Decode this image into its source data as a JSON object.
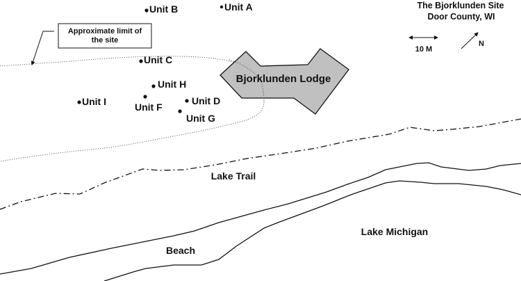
{
  "title": {
    "line1": "The Bjorklunden Site",
    "line2": "Door County, WI"
  },
  "scale_bar": {
    "label": "10 M",
    "meters": 10
  },
  "north_arrow": {
    "label": "N"
  },
  "annotation": {
    "line1": "Approximate limit of",
    "line2": "the site"
  },
  "structures": {
    "lodge": {
      "label": "Bjorklunden Lodge",
      "fill": "#c0c0c0"
    }
  },
  "units": [
    {
      "id": "A",
      "label": "Unit A"
    },
    {
      "id": "B",
      "label": "Unit B"
    },
    {
      "id": "C",
      "label": "Unit C"
    },
    {
      "id": "H",
      "label": "Unit H"
    },
    {
      "id": "I",
      "label": "Unit I"
    },
    {
      "id": "F",
      "label": "Unit F"
    },
    {
      "id": "D",
      "label": "Unit D"
    },
    {
      "id": "G",
      "label": "Unit G"
    }
  ],
  "features": {
    "trail": "Lake Trail",
    "beach": "Beach",
    "lake": "Lake Michigan"
  },
  "legend_styles": {
    "site_limit": "dotted",
    "trail": "dash-dot",
    "shoreline": "solid"
  }
}
